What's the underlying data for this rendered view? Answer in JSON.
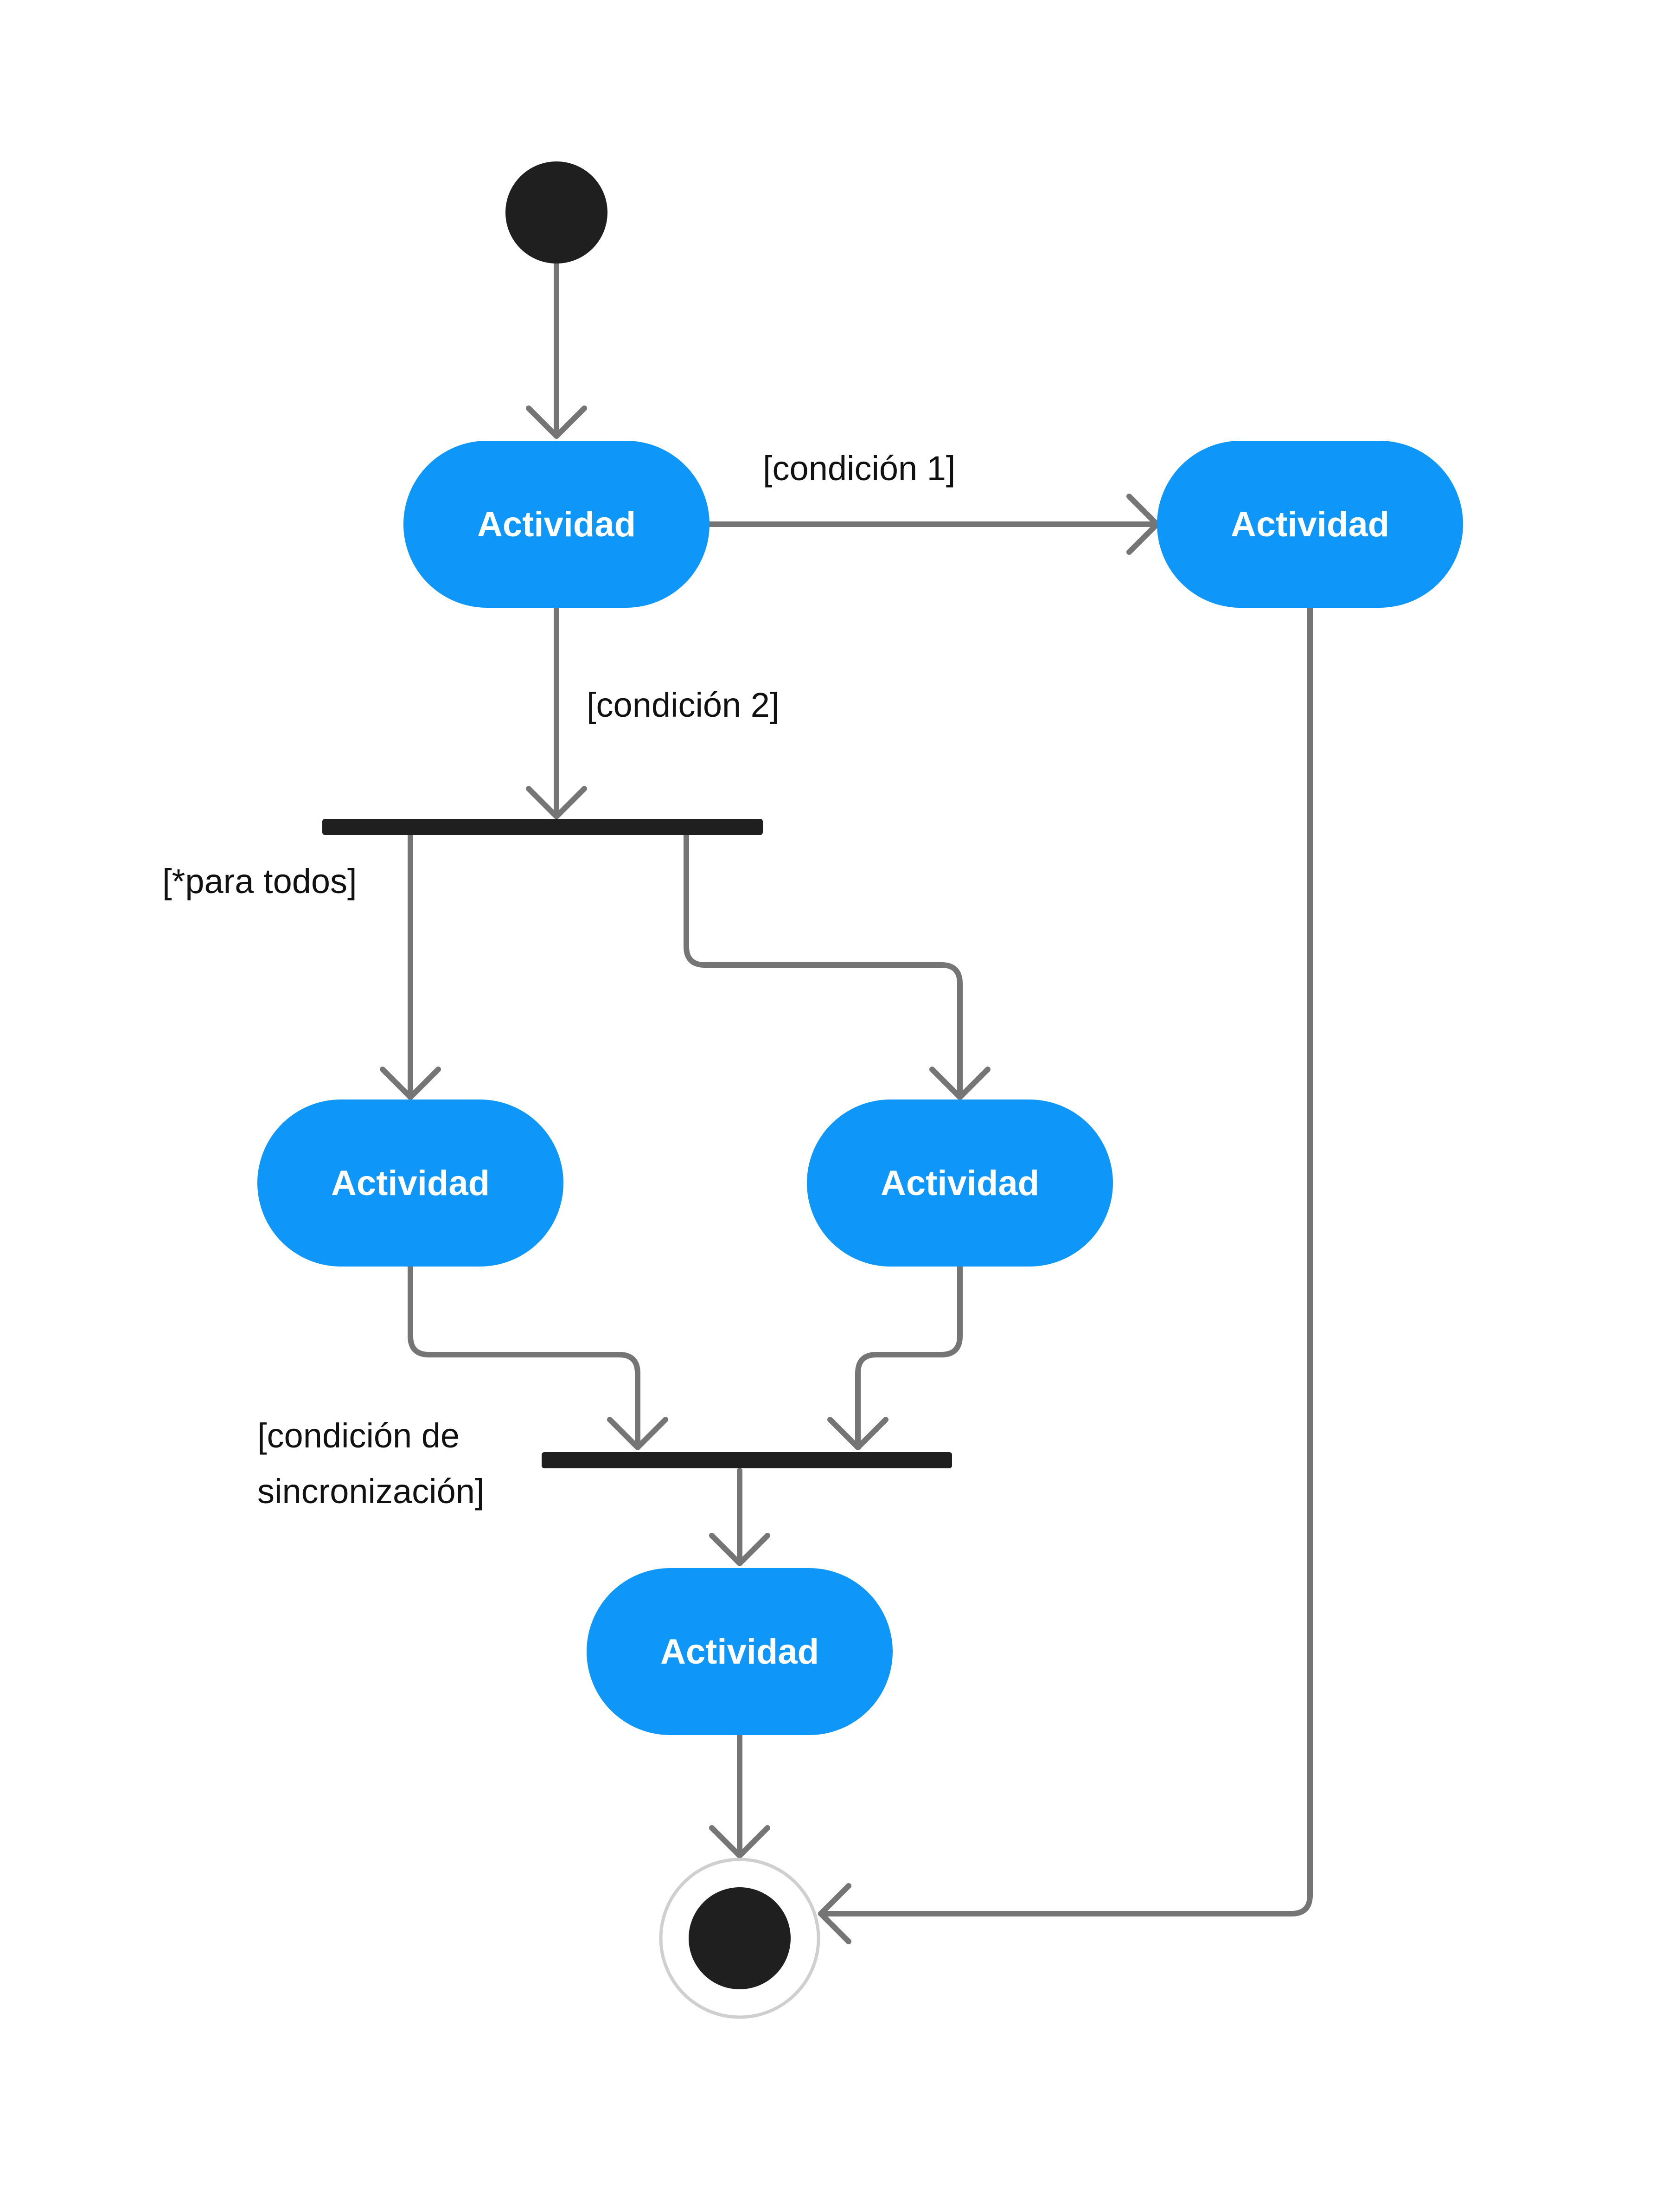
{
  "colors": {
    "activity_fill": "#0E97F8",
    "activity_text": "#ffffff",
    "connector": "#757575",
    "node_fill": "#1F1F1F",
    "bar_fill": "#1F1F1F",
    "final_ring": "#CFCFCF"
  },
  "activities": [
    {
      "label": "Actividad"
    },
    {
      "label": "Actividad"
    },
    {
      "label": "Actividad"
    },
    {
      "label": "Actividad"
    },
    {
      "label": "Actividad"
    }
  ],
  "guards": {
    "condition_1": "[condición 1]",
    "condition_2": "[condición 2]",
    "for_all": "[*para todos]",
    "sync_line_1": "[condición de",
    "sync_line_2": "sincronización]"
  }
}
